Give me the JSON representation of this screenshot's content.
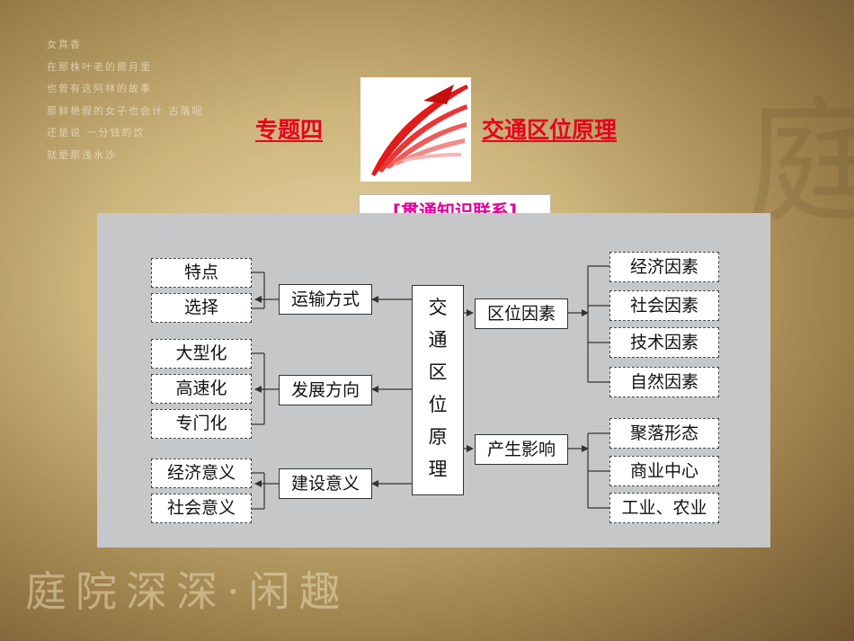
{
  "header": {
    "title_left": "专题四",
    "title_right": "交通区位原理",
    "subtitle": "[贯通知识联系]"
  },
  "diagram": {
    "center": "交通区位原理",
    "left_groups": [
      {
        "label": "运输方式",
        "items": [
          "特点",
          "选择"
        ]
      },
      {
        "label": "发展方向",
        "items": [
          "大型化",
          "高速化",
          "专门化"
        ]
      },
      {
        "label": "建设意义",
        "items": [
          "经济意义",
          "社会意义"
        ]
      }
    ],
    "right_groups": [
      {
        "label": "区位因素",
        "items": [
          "经济因素",
          "社会因素",
          "技术因素",
          "自然因素"
        ]
      },
      {
        "label": "产生影响",
        "items": [
          "聚落形态",
          "商业中心",
          "工业、农业"
        ]
      }
    ]
  },
  "colors": {
    "title": "#e8001c",
    "subtitle": "#e30099",
    "panel": "#c6c7c8"
  }
}
